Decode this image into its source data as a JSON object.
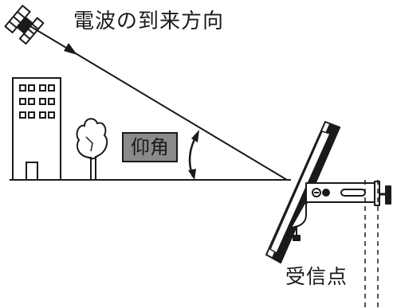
{
  "labels": {
    "wave_direction": "電波の到来方向",
    "elevation_angle": "仰角",
    "receiving_point": "受信点"
  }
}
